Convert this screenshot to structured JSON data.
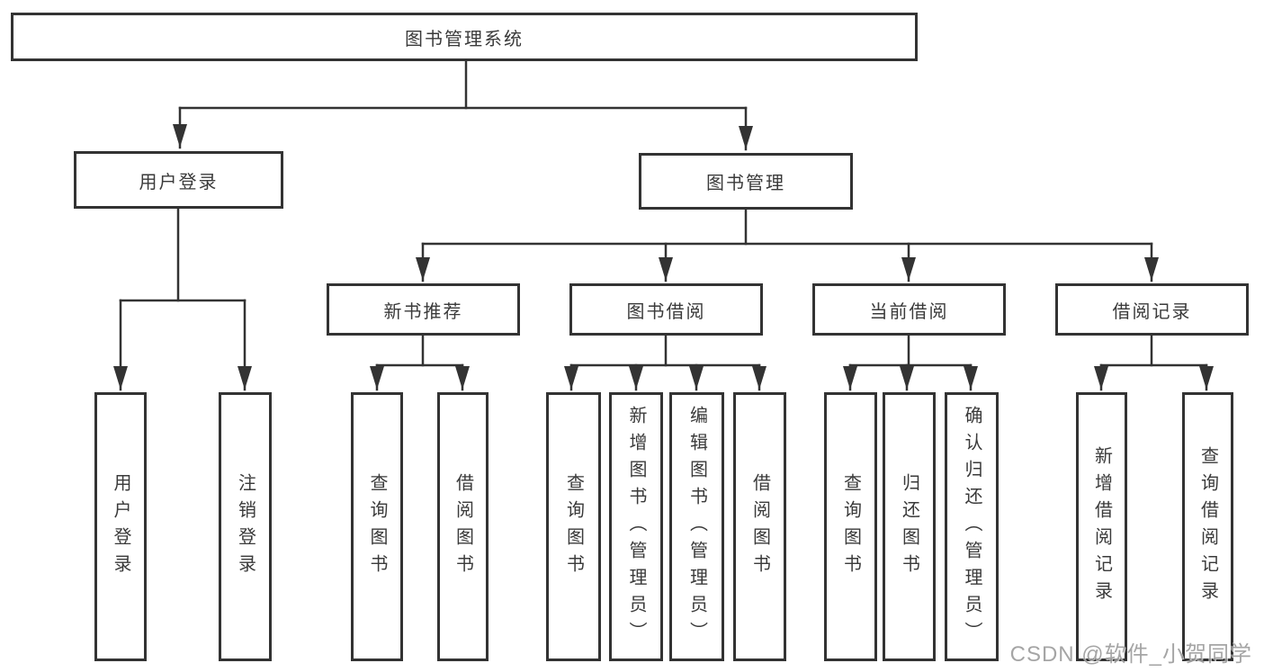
{
  "diagram": {
    "root": {
      "label": "图书管理系统",
      "children": [
        {
          "label": "用户登录",
          "children": [
            {
              "label": "用户登录"
            },
            {
              "label": "注销登录"
            }
          ]
        },
        {
          "label": "图书管理",
          "children": [
            {
              "label": "新书推荐",
              "children": [
                {
                  "label": "查询图书"
                },
                {
                  "label": "借阅图书"
                }
              ]
            },
            {
              "label": "图书借阅",
              "children": [
                {
                  "label": "查询图书"
                },
                {
                  "label": "新增图书（管理员）"
                },
                {
                  "label": "编辑图书（管理员）"
                },
                {
                  "label": "借阅图书"
                }
              ]
            },
            {
              "label": "当前借阅",
              "children": [
                {
                  "label": "查询图书"
                },
                {
                  "label": "归还图书"
                },
                {
                  "label": "确认归还（管理员）"
                }
              ]
            },
            {
              "label": "借阅记录",
              "children": [
                {
                  "label": "新增借阅记录"
                },
                {
                  "label": "查询借阅记录"
                }
              ]
            }
          ]
        }
      ]
    }
  },
  "watermark": {
    "text": "CSDN @软件_小贺同学"
  },
  "colors": {
    "line": "#333333",
    "box_border": "#333333",
    "text": "#3a3a3a",
    "background": "#ffffff",
    "watermark": "#9c9c9c"
  }
}
